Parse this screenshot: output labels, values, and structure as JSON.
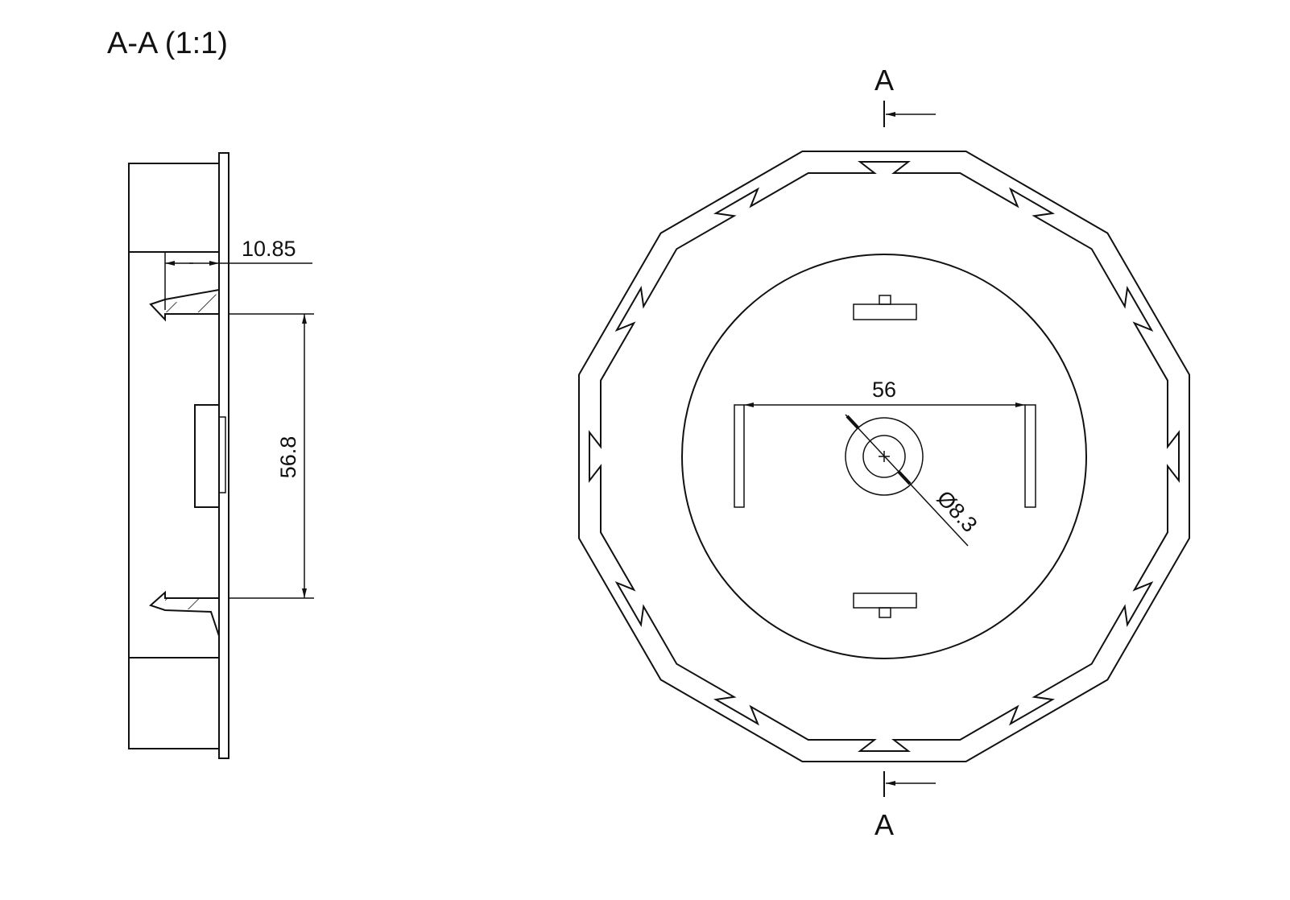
{
  "section_view": {
    "title": "A-A (1:1)",
    "dim_depth": "10.85",
    "dim_height": "56.8"
  },
  "plan_view": {
    "section_label_top": "A",
    "section_label_bottom": "A",
    "dim_width": "56",
    "dim_diameter": "Ø8.3"
  }
}
